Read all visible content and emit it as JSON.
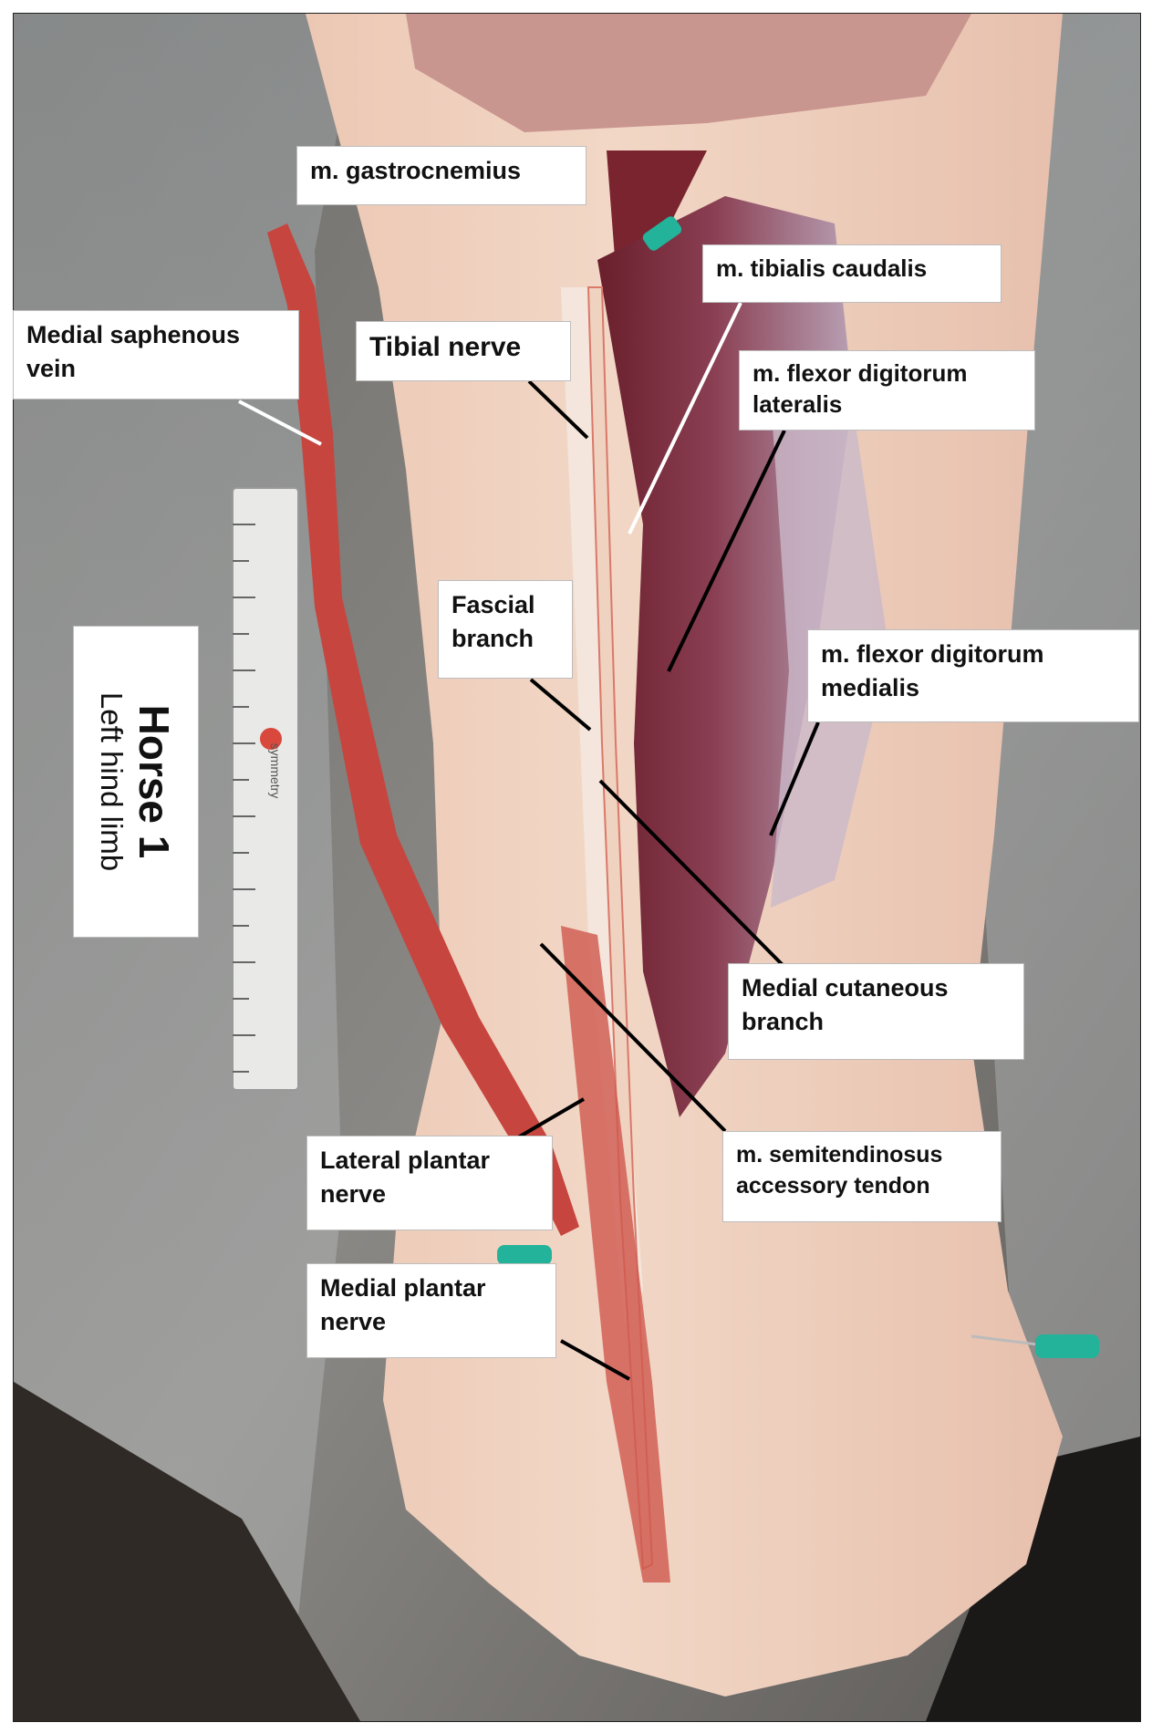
{
  "figure": {
    "specimen": "Horse 1",
    "limb": "Left hind limb",
    "ruler_brand": "symmetry"
  },
  "labels": {
    "gastrocnemius": "m. gastrocnemius",
    "tibialis_caudalis": "m. tibialis caudalis",
    "saphenous_vein": "Medial saphenous\nvein",
    "tibial_nerve": "Tibial nerve",
    "fdl": "m. flexor digitorum\nlateralis",
    "fascial_branch": "Fascial\nbranch",
    "fdm": "m. flexor digitorum\nmedialis",
    "cutaneous_branch": "Medial cutaneous\nbranch",
    "semitendinosus": "m. semitendinosus\naccessory tendon",
    "lateral_plantar": "Lateral plantar\nnerve",
    "medial_plantar": "Medial plantar\nnerve"
  },
  "colors": {
    "leader_black": "#000000",
    "leader_white": "#ffffff",
    "needle_hub": "#22b39a"
  }
}
